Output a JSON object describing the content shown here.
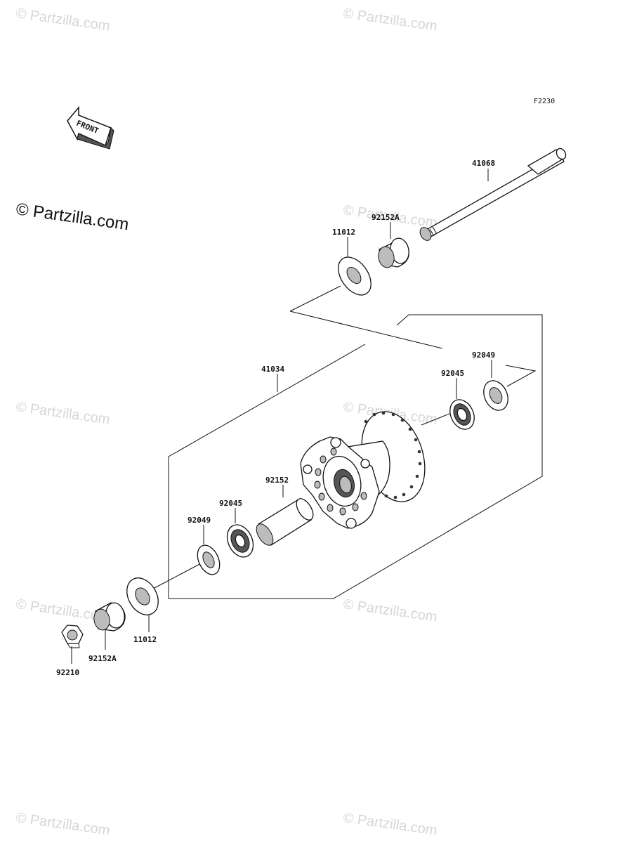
{
  "diagram_code": "F2230",
  "front_label": "FRONT",
  "watermark": "© Partzilla.com",
  "watermark_big": "© Partzilla.com",
  "parts": {
    "axle": "41068",
    "collar_top": "92152A",
    "seal_top": "11012",
    "hub": "41034",
    "seal_right": "92049",
    "bearing_right": "92045",
    "spacer": "92152",
    "bearing_left": "92045",
    "seal_left": "92049",
    "seal_bottom": "11012",
    "collar_bottom": "92152A",
    "nut": "92210"
  }
}
